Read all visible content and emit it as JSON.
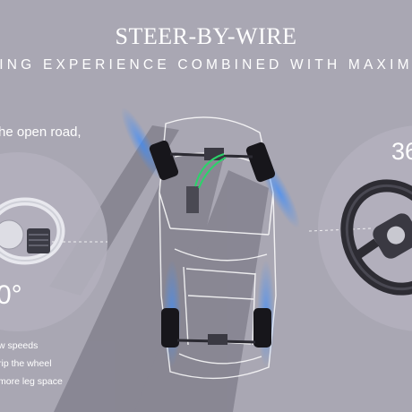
{
  "title": "STEER-BY-WIRE",
  "subtitle": "ING EXPERIENCE COMBINED WITH MAXIM",
  "left_panel": {
    "text": "he open road,",
    "angle": "0°",
    "notes": [
      "w speeds",
      "rip the wheel",
      "more leg space"
    ]
  },
  "right_panel": {
    "angle": "36"
  },
  "colors": {
    "background": "#a9a7b3",
    "accent_glow": "#3a8cff",
    "wire": "#2bd46a",
    "text": "#ffffff"
  }
}
